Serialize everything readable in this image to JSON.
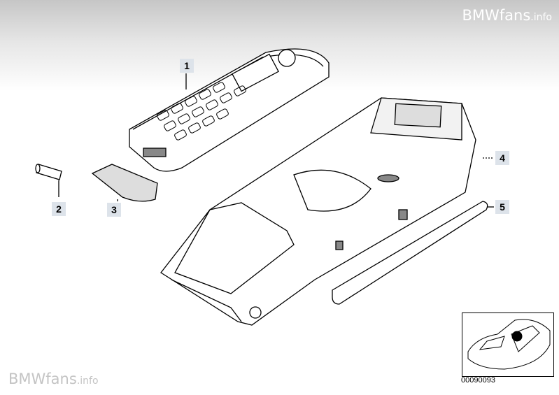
{
  "watermark": {
    "brand": "BMWfans",
    "suffix": ".info"
  },
  "callouts": [
    {
      "number": "1",
      "part": "handset"
    },
    {
      "number": "2",
      "part": "pin"
    },
    {
      "number": "3",
      "part": "cover"
    },
    {
      "number": "4",
      "part": "console-cradle"
    },
    {
      "number": "5",
      "part": "trim-strip"
    }
  ],
  "inset": {
    "diagram_code": "00090093"
  }
}
